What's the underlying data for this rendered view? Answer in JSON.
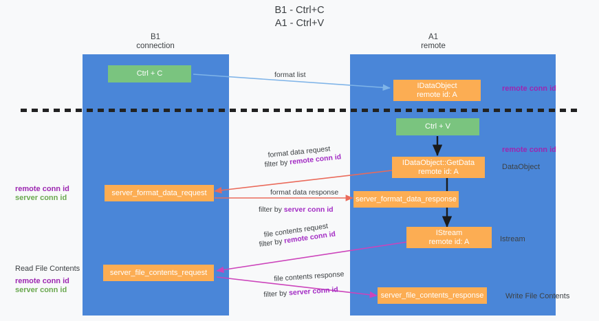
{
  "title": {
    "line1": "B1 - Ctrl+C",
    "line2": "A1 - Ctrl+V"
  },
  "columns": [
    {
      "name": "B1",
      "role": "connection"
    },
    {
      "name": "A1",
      "role": "remote"
    }
  ],
  "boxes": {
    "ctrl_c": "Ctrl + C",
    "ctrl_v": "Ctrl + V",
    "idataobject_l1": "IDataObject",
    "idataobject_l2": "remote id: A",
    "getdata_l1": "IDataObject::GetData",
    "getdata_l2": "remote id: A",
    "istream_l1": "IStream",
    "istream_l2": "remote id: A",
    "server_format_data_request": "server_format_data_request",
    "server_format_data_response": "server_format_data_response",
    "server_file_contents_request": "server_file_contents_request",
    "server_file_contents_response": "server_file_contents_response"
  },
  "edges": {
    "format_list": "format list",
    "format_data_request": "format data request",
    "format_data_request_filter_prefix": "filter by ",
    "format_data_request_filter_key": "remote conn id",
    "format_data_response": "format data response",
    "format_data_response_filter_prefix": "filter by ",
    "format_data_response_filter_key": "server conn id",
    "file_contents_request": "file contents request",
    "file_contents_request_filter_prefix": "filter by ",
    "file_contents_request_filter_key": "remote conn id",
    "file_contents_response": "file contents response",
    "file_contents_response_filter_prefix": "filter by ",
    "file_contents_response_filter_key": "server conn id"
  },
  "annotations": {
    "right_remote_conn_id_top": "remote conn id",
    "right_remote_conn_id_mid": "remote conn id",
    "right_dataobject": "DataObject",
    "right_istream": "Istream",
    "right_write_file_contents": "Write File Contents",
    "left_remote_conn_id_mid": "remote conn id",
    "left_server_conn_id_mid": "server conn id",
    "left_read_file_contents": "Read File Contents",
    "left_remote_conn_id_bottom": "remote conn id",
    "left_server_conn_id_bottom": "server conn id"
  },
  "colors": {
    "lane": "#4a86d8",
    "green_box": "#7ac47f",
    "orange_box": "#fcad53",
    "purple_text": "#9c27b0",
    "green_text": "#6aa84f",
    "blue_arrow": "#7fb4e8",
    "red_arrow": "#ea6a5a",
    "magenta_arrow": "#cc44bb",
    "black_arrow": "#1a1a1a"
  }
}
